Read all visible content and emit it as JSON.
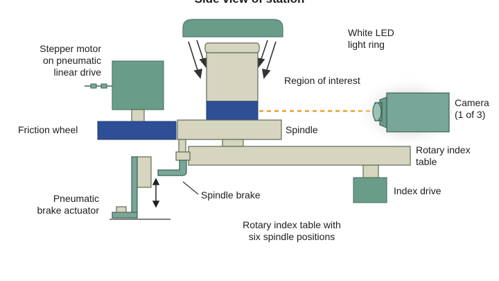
{
  "title": "Side view of station",
  "labels": {
    "white_led": [
      "White LED",
      "light ring"
    ],
    "stepper_motor": [
      "Stepper motor",
      "on pneumatic",
      "linear drive"
    ],
    "region_of_interest": "Region of interest",
    "camera": [
      "Camera",
      "(1 of 3)"
    ],
    "friction_wheel": "Friction wheel",
    "spindle": "Spindle",
    "rotary_index_table": [
      "Rotary index",
      "table"
    ],
    "index_drive": "Index drive",
    "pneumatic_brake_actuator": [
      "Pneumatic",
      "brake actuator"
    ],
    "spindle_brake": "Spindle brake",
    "rotary_table_caption": [
      "Rotary index table with",
      "six spindle positions"
    ]
  },
  "colors": {
    "component_fill": "#d6d5bf",
    "component_stroke": "#5f6a55",
    "housing_teal": "#6a9c8a",
    "roi_blue": "#2e4e95",
    "camera_teal": "#78a799",
    "beam_orange": "#e5a02a",
    "line_dark": "#333333"
  }
}
